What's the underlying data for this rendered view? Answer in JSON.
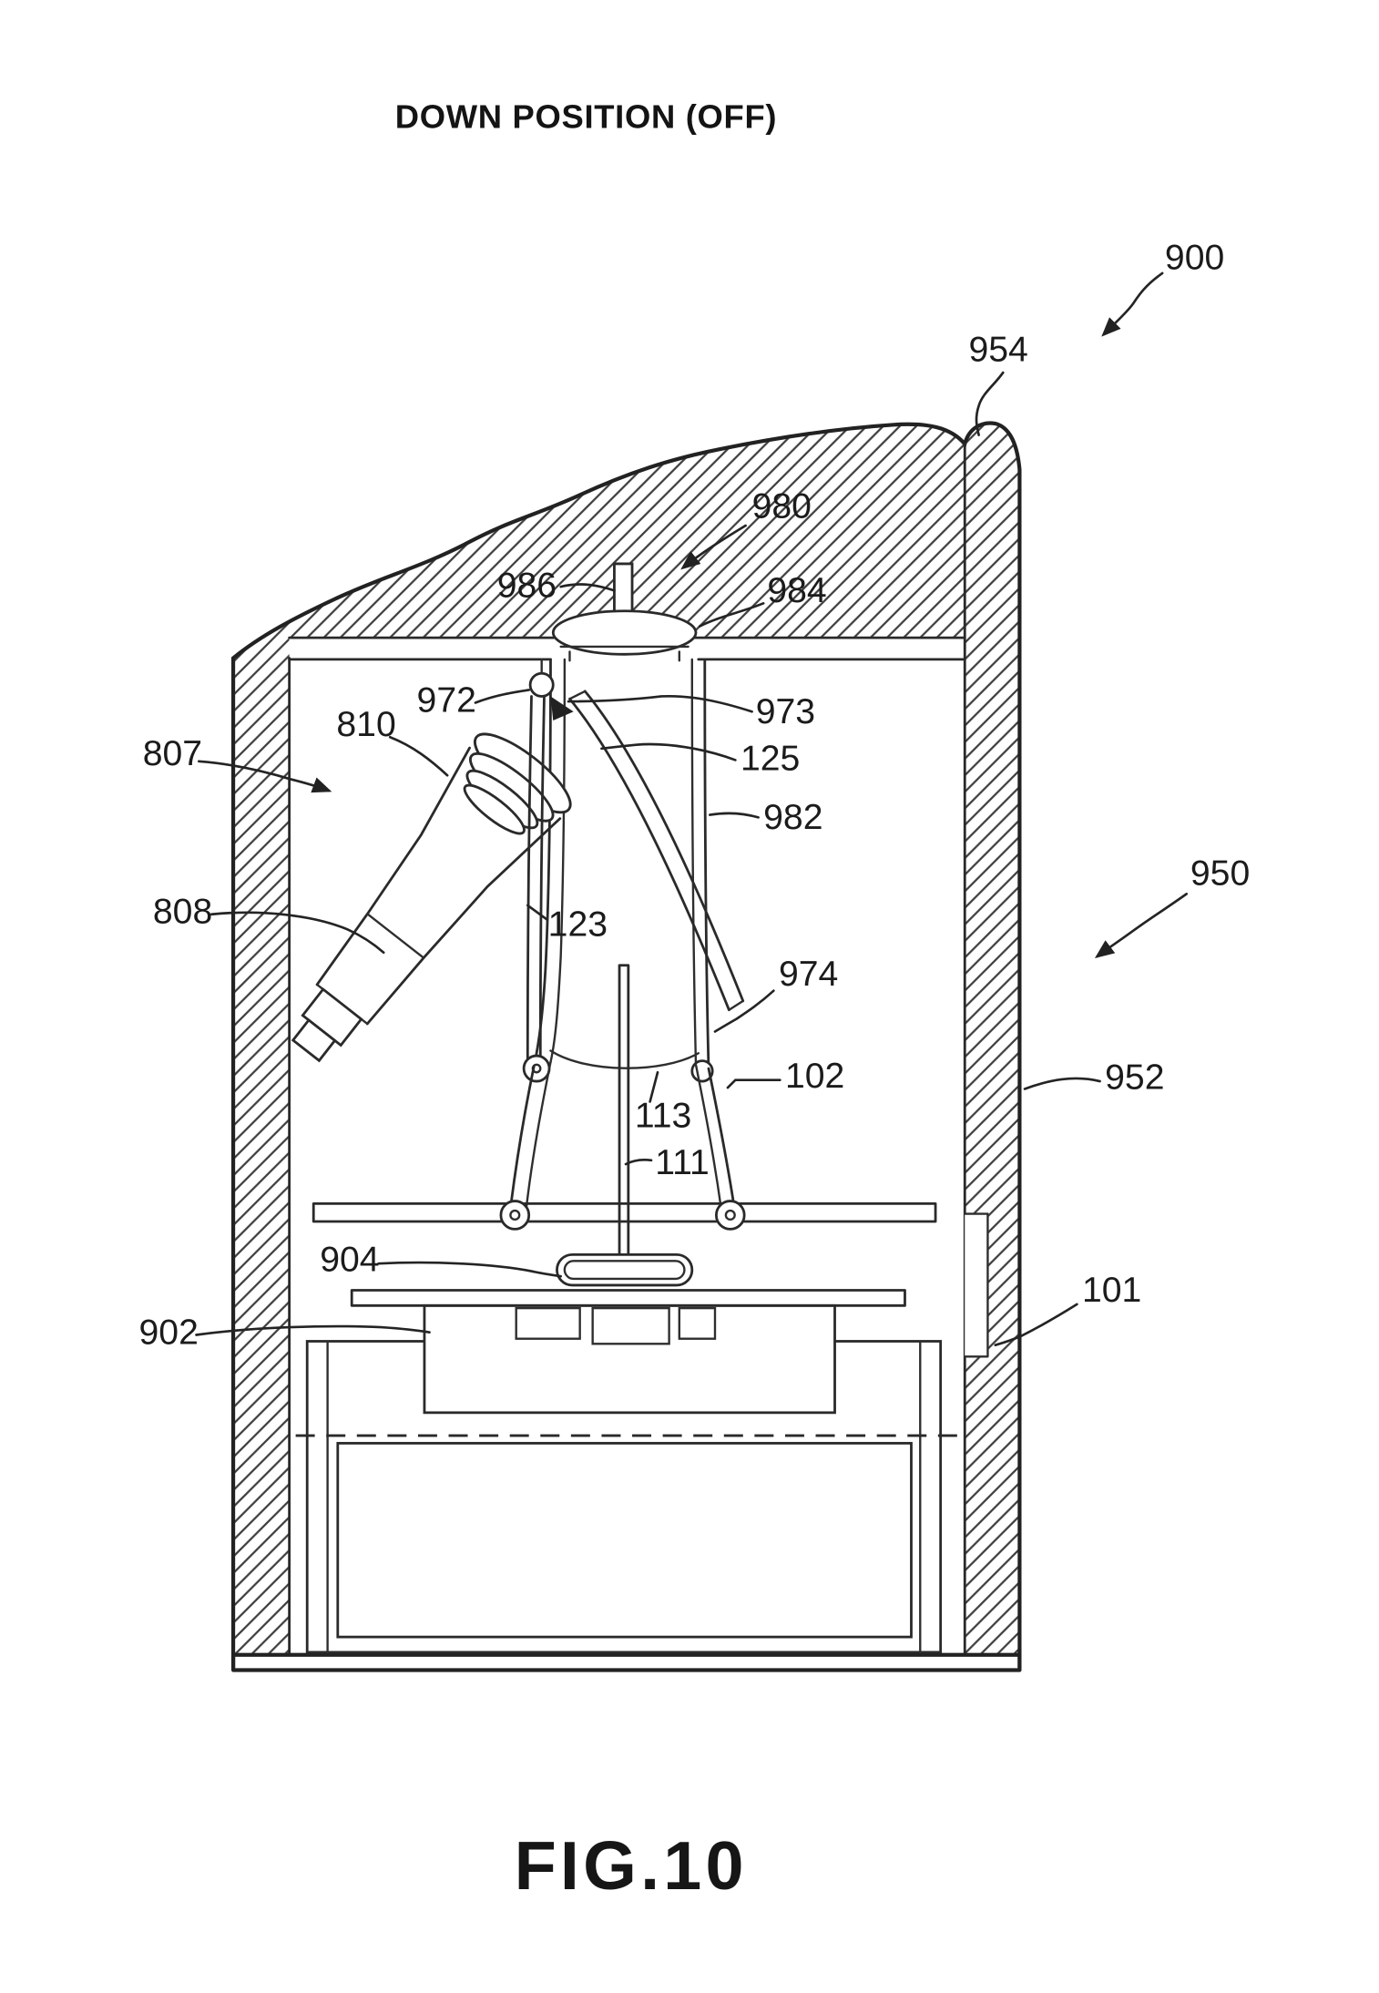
{
  "figure": {
    "title": "DOWN POSITION (OFF)",
    "caption": "FIG.10"
  },
  "colors": {
    "ink": "#222222",
    "paper": "#ffffff"
  },
  "refs": {
    "r900": "900",
    "r954": "954",
    "r980": "980",
    "r986": "986",
    "r984": "984",
    "r972": "972",
    "r973": "973",
    "r810": "810",
    "r807": "807",
    "r125": "125",
    "r982": "982",
    "r808": "808",
    "r123": "123",
    "r950": "950",
    "r974": "974",
    "r102": "102",
    "r113": "113",
    "r111": "111",
    "r952": "952",
    "r904": "904",
    "r902": "902",
    "r101": "101"
  }
}
